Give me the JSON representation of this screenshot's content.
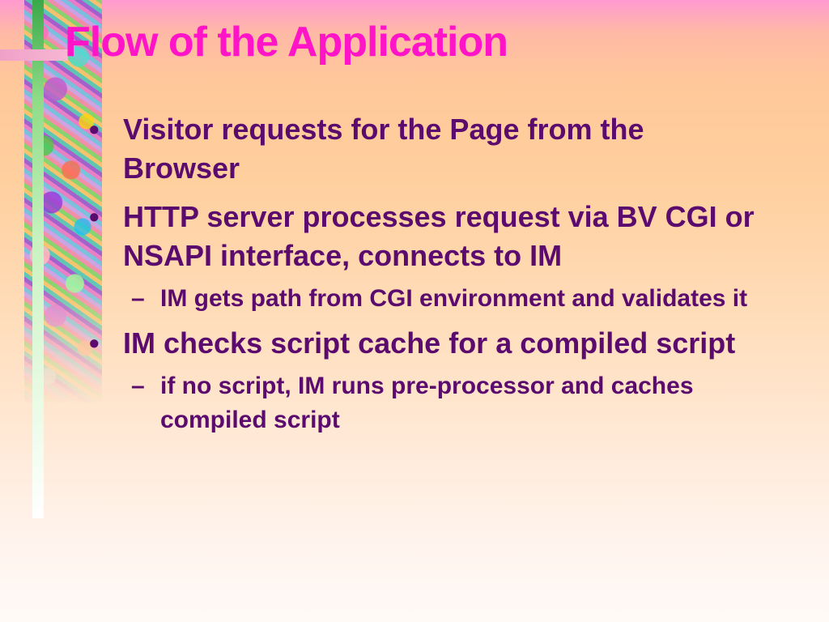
{
  "slide": {
    "title": "Flow of the Application",
    "bullet_glyph": "•",
    "sub_bullet_glyph": "–",
    "items": [
      {
        "text": "Visitor requests for the Page from the Browser",
        "subitems": []
      },
      {
        "text": "HTTP server processes request via BV CGI or NSAPI interface, connects to IM",
        "subitems": [
          {
            "text": "IM gets path from CGI environment and validates it"
          }
        ]
      },
      {
        "text": "IM checks script cache for a compiled script",
        "subitems": [
          {
            "text": "if no script, IM runs pre-processor and caches compiled script"
          }
        ]
      }
    ]
  },
  "colors": {
    "title": "#ff14c8",
    "body_text": "#5b0a6e",
    "background_top": "#ff9ad0",
    "background_bottom": "#fffaf7"
  }
}
